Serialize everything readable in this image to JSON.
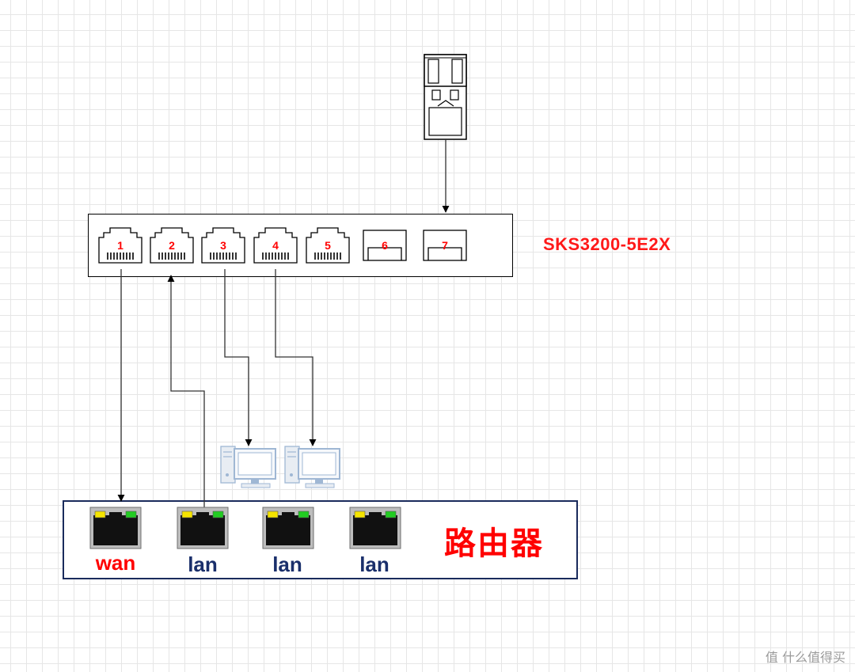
{
  "switch": {
    "name": "SKS3200-5E2X",
    "ports": [
      "1",
      "2",
      "3",
      "4",
      "5",
      "6",
      "7"
    ]
  },
  "router": {
    "name": "路由器",
    "ports": [
      "wan",
      "lan",
      "lan",
      "lan"
    ]
  },
  "watermark": "值 什么值得买",
  "colors": {
    "label_red": "#ff0000",
    "lan_text": "#1a2f6b",
    "router_border": "#1a2b5c",
    "led_yellow": "#f5e400",
    "led_green": "#22cc22",
    "pc_blue": "#9fb7d4"
  },
  "icons": [
    "sfp-transceiver-icon",
    "rj45-port-icon",
    "sfp-port-icon",
    "computer-icon",
    "router-port-icon"
  ]
}
